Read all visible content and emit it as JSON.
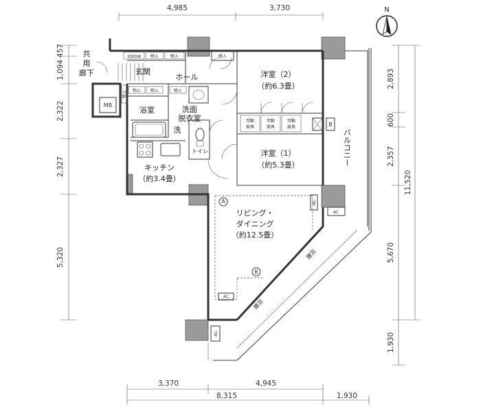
{
  "dimensions": {
    "top": [
      "4,985",
      "3,730"
    ],
    "left": [
      "457",
      "1,094",
      "2,322",
      "2,327",
      "5,320"
    ],
    "right": [
      "2,893",
      "600",
      "2,357",
      "5,670",
      "1,930"
    ],
    "right_total": "11,520",
    "bottom_row1": [
      "3,370",
      "4,945"
    ],
    "bottom_row2": [
      "8,315",
      "1,930"
    ]
  },
  "compass": {
    "label": "N"
  },
  "rooms": {
    "corridor": "共用廊下",
    "entrance": "玄関",
    "hall": "ホール",
    "western2_name": "洋室（2）",
    "western2_size": "（約6.3畳）",
    "western1_name": "洋室（1）",
    "western1_size": "（約5.3畳）",
    "bath": "浴室",
    "washroom_line1": "洗面",
    "washroom_line2": "脱衣室",
    "wash": "洗",
    "toilet": "トイレ",
    "kitchen_name": "キッチン",
    "kitchen_size": "（約3.4畳）",
    "living_line1": "リビング・",
    "living_line2": "ダイニング",
    "living_size": "（約12.5畳）",
    "balcony": "バルコニー",
    "mb": "MB",
    "b": "B",
    "ac": "AC",
    "circle_a": "A",
    "circle_b": "B",
    "window1": "腰窓",
    "window2": "腰窓",
    "storage": "物入",
    "shoe_storage": "玄関収納",
    "furniture_top": "可動",
    "furniture_bottom": "家具"
  }
}
